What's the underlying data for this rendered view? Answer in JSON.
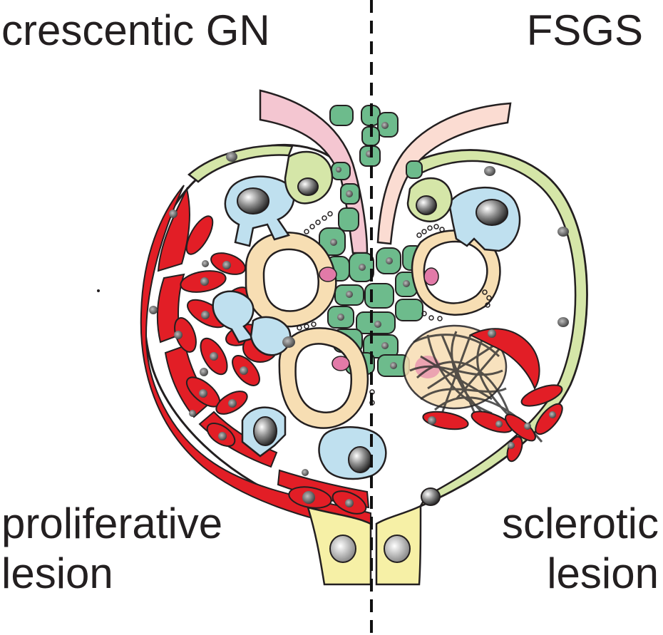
{
  "labels": {
    "top_left": "crescentic GN",
    "top_right": "FSGS",
    "bottom_left": [
      "proliferative",
      "lesion"
    ],
    "bottom_right": [
      "sclerotic",
      "lesion"
    ]
  },
  "colors": {
    "outline": "#231f20",
    "parietal_epithelium": "#d5e6a8",
    "podocyte": "#bfe0ef",
    "capillary_wall": "#f7deb3",
    "mesangial": "#6dbb8c",
    "crescent_cells": "#e21e26",
    "afferent_arteriole": "#f4c6d1",
    "efferent_arteriole": "#fbdcd2",
    "tubule": "#f6f0a6",
    "endothelial": "#e27aa8",
    "sclerosis_scribble": "#2a2a2a"
  }
}
